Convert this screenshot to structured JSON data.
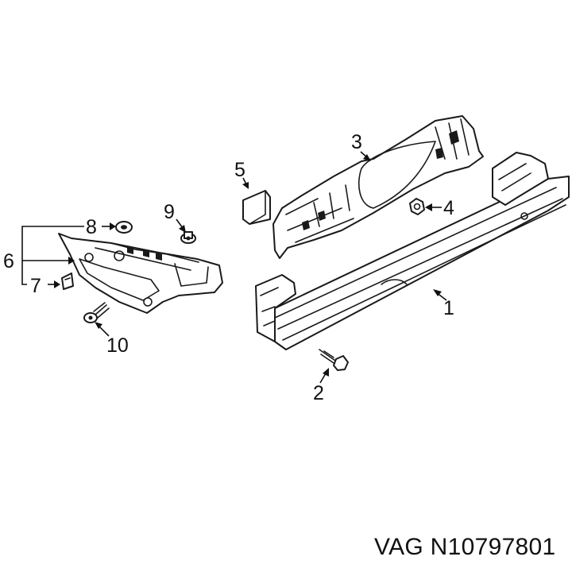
{
  "callouts": {
    "c1": "1",
    "c2": "2",
    "c3": "3",
    "c4": "4",
    "c5": "5",
    "c6": "6",
    "c7": "7",
    "c8": "8",
    "c9": "9",
    "c10": "10"
  },
  "part_code": "VAG N10797801",
  "colors": {
    "line": "#1a1a1a",
    "background": "#ffffff"
  }
}
